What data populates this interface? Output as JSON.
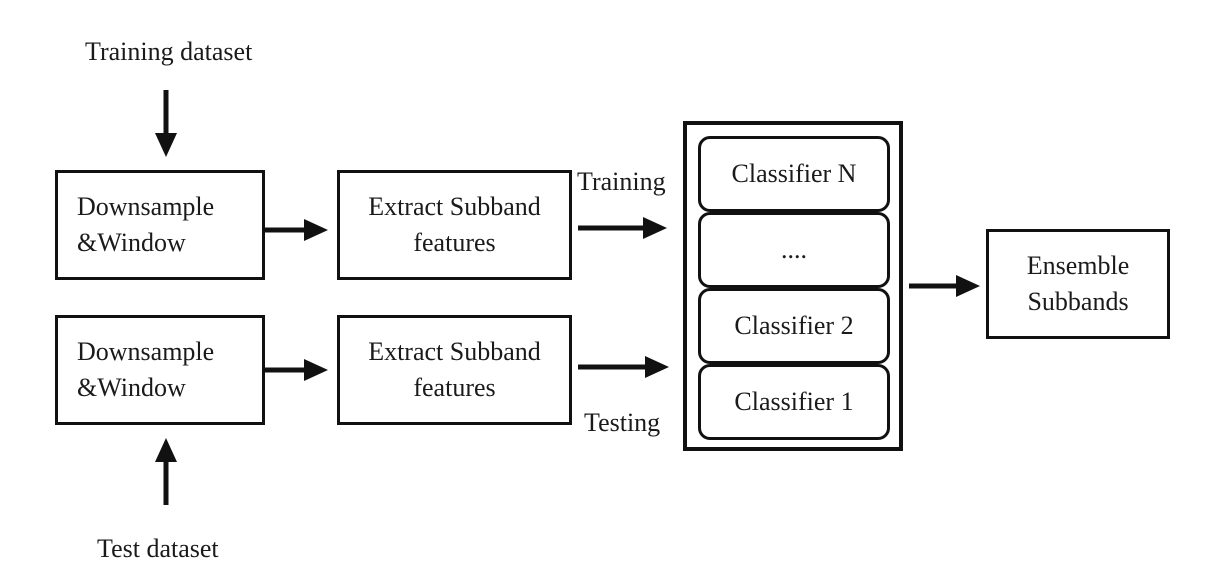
{
  "inputs": {
    "training_dataset": "Training  dataset",
    "test_dataset": "Test dataset"
  },
  "downsample_top": {
    "line1": "Downsample",
    "line2": "&Window"
  },
  "downsample_bottom": {
    "line1": "Downsample",
    "line2": "&Window"
  },
  "extract_top": {
    "line1": "Extract  Subband",
    "line2": "features"
  },
  "extract_bottom": {
    "line1": "Extract  Subband",
    "line2": "features"
  },
  "path_labels": {
    "training": "Training",
    "testing": "Testing"
  },
  "classifiers": {
    "items": [
      "Classifier  N",
      "....",
      "Classifier  2",
      "Classifier  1"
    ]
  },
  "ensemble": {
    "line1": "Ensemble",
    "line2": "Subbands"
  }
}
